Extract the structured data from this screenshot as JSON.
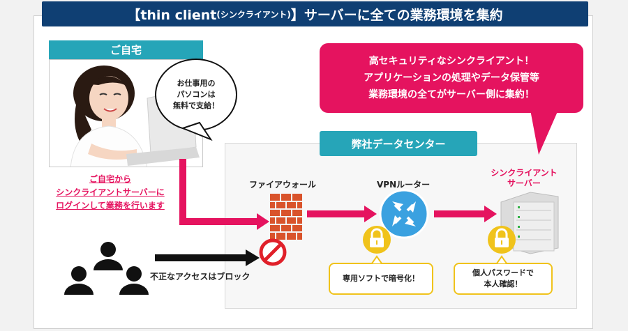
{
  "title": {
    "prefix": "【thin client",
    "paren": "(シンクライアント)",
    "suffix": "】サーバーに全ての業務環境を集約"
  },
  "home": {
    "label": "ご自宅",
    "speech": [
      "お仕事用の",
      "パソコンは",
      "無料で支給！"
    ],
    "caption": [
      "ご自宅から",
      "シンクライアントサーバーに",
      "ログインして業務を行います"
    ]
  },
  "highlight": {
    "lines": [
      "高セキュリティなシンクライアント！",
      "アプリケーションの処理やデータ保管等",
      "業務環境の全てがサーバー側に集約！"
    ]
  },
  "datacenter": {
    "label": "弊社データセンター",
    "firewall": "ファイアウォール",
    "vpn": "VPNルーター",
    "server": [
      "シンクライアント",
      "サーバー"
    ],
    "vpn_note": "専用ソフトで暗号化！",
    "server_note": [
      "個人パスワードで",
      "本人確認！"
    ]
  },
  "block": {
    "text": "不正なアクセスはブロック"
  },
  "colors": {
    "navy": "#0f3f73",
    "teal": "#26a5b8",
    "pink": "#e5135f",
    "yellow": "#f0c31b",
    "blue": "#3aa1e0"
  }
}
